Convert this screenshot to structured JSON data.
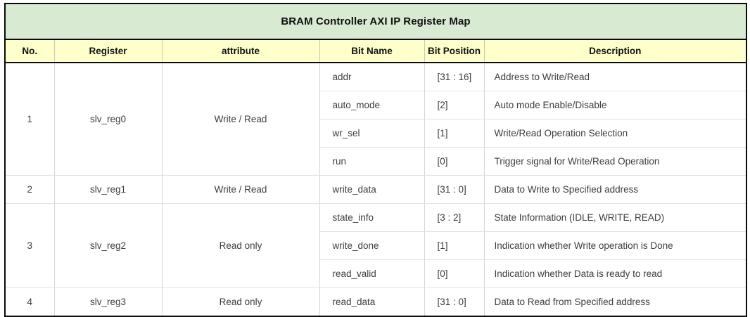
{
  "table": {
    "title": "BRAM Controller AXI IP Register Map",
    "columns": [
      {
        "key": "no",
        "label": "No."
      },
      {
        "key": "register",
        "label": "Register"
      },
      {
        "key": "attribute",
        "label": "attribute"
      },
      {
        "key": "bit_name",
        "label": "Bit Name"
      },
      {
        "key": "bit_pos",
        "label": "Bit Position"
      },
      {
        "key": "desc",
        "label": "Description"
      }
    ],
    "groups": [
      {
        "no": "1",
        "register": "slv_reg0",
        "attribute": "Write / Read",
        "bits": [
          {
            "bit_name": "addr",
            "bit_pos": "[31 : 16]",
            "desc": "Address to Write/Read"
          },
          {
            "bit_name": "auto_mode",
            "bit_pos": "[2]",
            "desc": "Auto mode Enable/Disable"
          },
          {
            "bit_name": "wr_sel",
            "bit_pos": "[1]",
            "desc": "Write/Read Operation Selection"
          },
          {
            "bit_name": "run",
            "bit_pos": "[0]",
            "desc": "Trigger signal for Write/Read Operation"
          }
        ]
      },
      {
        "no": "2",
        "register": "slv_reg1",
        "attribute": "Write / Read",
        "bits": [
          {
            "bit_name": "write_data",
            "bit_pos": "[31 : 0]",
            "desc": "Data to Write to Specified address"
          }
        ]
      },
      {
        "no": "3",
        "register": "slv_reg2",
        "attribute": "Read only",
        "bits": [
          {
            "bit_name": "state_info",
            "bit_pos": "[3 : 2]",
            "desc": "State Information (IDLE, WRITE, READ)"
          },
          {
            "bit_name": "write_done",
            "bit_pos": "[1]",
            "desc": "Indication whether Write operation is Done"
          },
          {
            "bit_name": "read_valid",
            "bit_pos": "[0]",
            "desc": "Indication whether Data is ready to read"
          }
        ]
      },
      {
        "no": "4",
        "register": "slv_reg3",
        "attribute": "Read only",
        "bits": [
          {
            "bit_name": "read_data",
            "bit_pos": "[31 : 0]",
            "desc": "Data to Read from Specified address"
          }
        ]
      }
    ]
  },
  "colors": {
    "title_background": "#d9ead3",
    "header_background": "#ffffcc",
    "outer_border": "#0a0a0a",
    "inner_border": "#d6d6d6",
    "text": "#3d3d3d"
  }
}
